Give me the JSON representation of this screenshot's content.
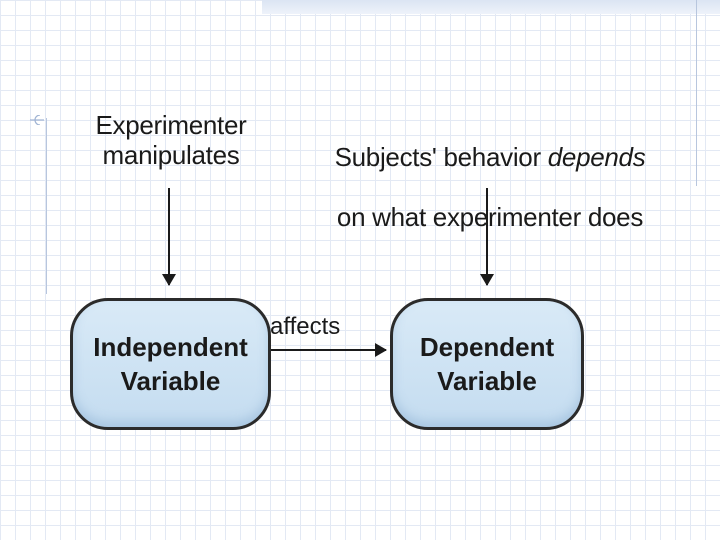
{
  "captions": {
    "left": "Experimenter\nmanipulates",
    "right_line1_prefix": "Subjects' behavior ",
    "right_line1_emphasis": "depends",
    "right_line2": "on what experimenter does"
  },
  "nodes": {
    "independent": "Independent\nVariable",
    "dependent": "Dependent\nVariable"
  },
  "edge_label": "affects",
  "colors": {
    "node_fill": "#c9e0f3",
    "node_border": "#2b2b2b",
    "arrow": "#1a1a1a",
    "grid": "#e3e9f4"
  }
}
